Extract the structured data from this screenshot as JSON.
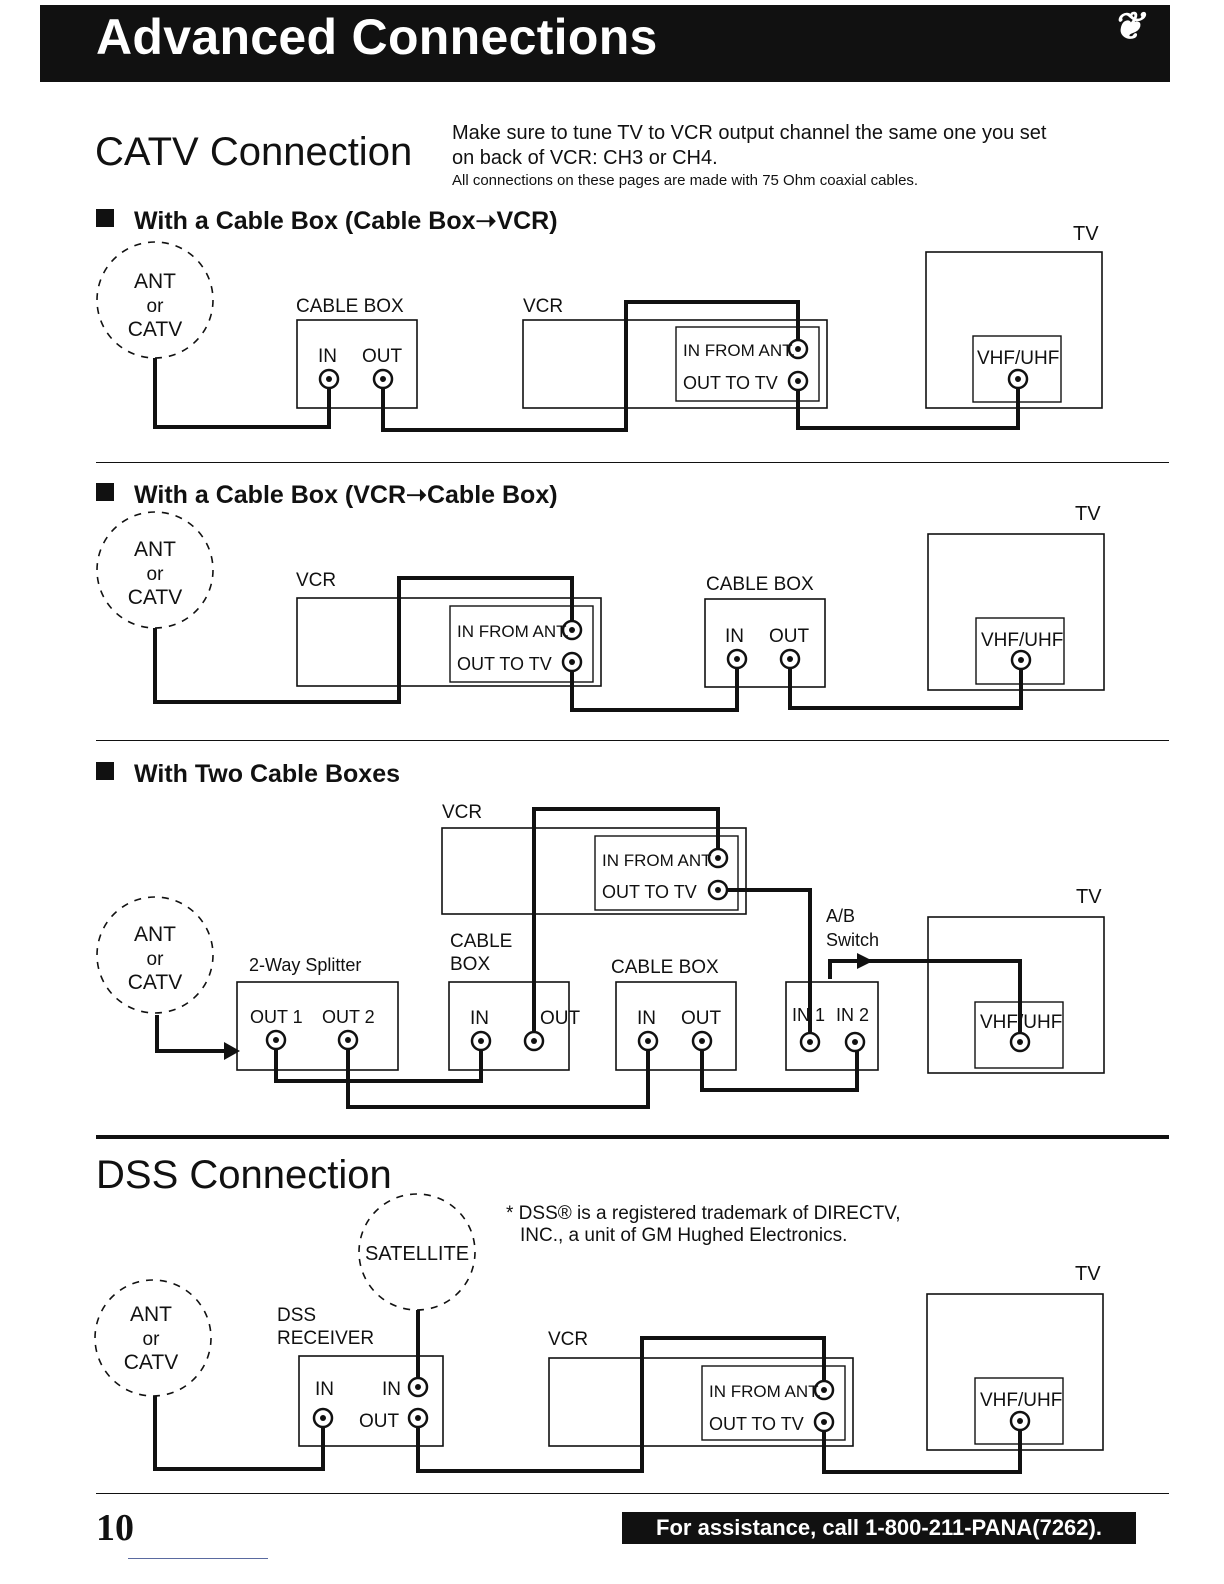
{
  "header": {
    "title": "Advanced Connections",
    "mark": "❦"
  },
  "catv": {
    "title": "CATV Connection",
    "note_line1": "Make sure to tune TV to VCR output channel the same one you set",
    "note_line2": "on back of VCR: CH3 or CH4.",
    "note_small": "All connections on these pages are made with 75 Ohm coaxial cables."
  },
  "labels": {
    "ant": "ANT",
    "or": "or",
    "catv": "CATV",
    "cable_box": "CABLE BOX",
    "vcr": "VCR",
    "tv": "TV",
    "in": "IN",
    "out": "OUT",
    "in_from_ant": "IN FROM ANT.",
    "out_to_tv": "OUT TO TV",
    "vhf_uhf": "VHF/UHF"
  },
  "diagram1": {
    "heading": "With a Cable Box (Cable Box➝VCR)"
  },
  "diagram2": {
    "heading": "With a Cable Box (VCR➝Cable Box)"
  },
  "diagram3": {
    "heading": "With Two Cable Boxes",
    "splitter": "2-Way Splitter",
    "out1": "OUT 1",
    "out2": "OUT 2",
    "cable_box_line1": "CABLE",
    "cable_box_line2": "BOX",
    "ab_line1": "A/B",
    "ab_line2": "Switch",
    "in1": "IN 1",
    "in2": "IN 2"
  },
  "dss": {
    "title": "DSS Connection",
    "satellite": "SATELLITE",
    "trademark_line1": "* DSS® is a registered trademark of DIRECTV,",
    "trademark_line2": "INC., a unit of GM Hughed Electronics.",
    "receiver_line1": "DSS",
    "receiver_line2": "RECEIVER"
  },
  "footer": {
    "page_number": "10",
    "assistance": "For assistance, call 1-800-211-PANA(7262)."
  }
}
